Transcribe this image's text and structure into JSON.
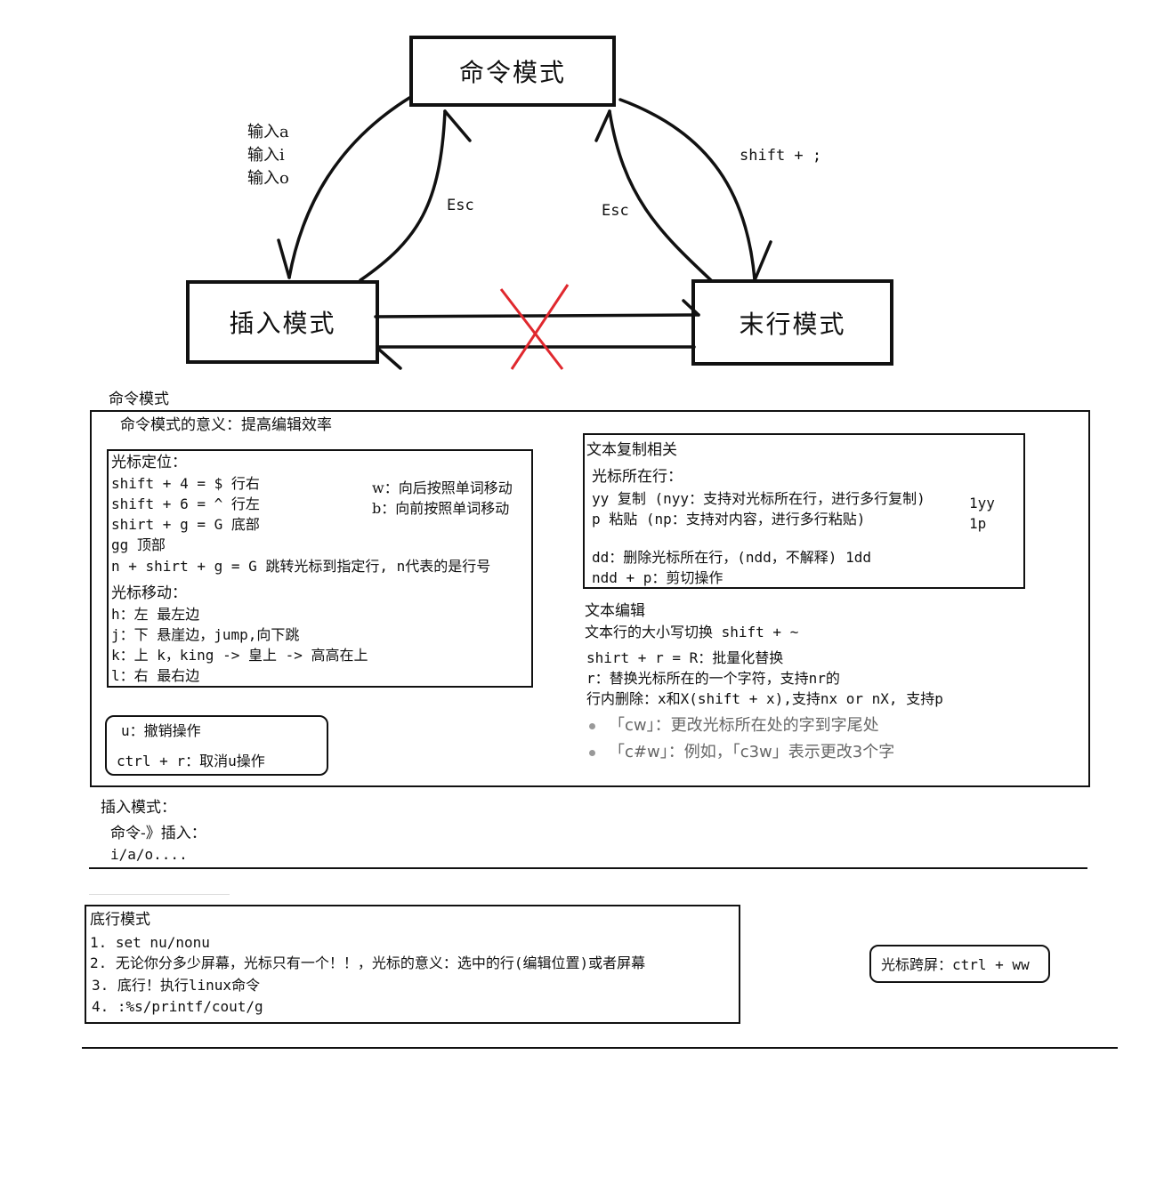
{
  "diagram": {
    "command_mode": "命令模式",
    "insert_mode": "插入模式",
    "lastline_mode": "末行模式",
    "input_a": "输入a",
    "input_i": "输入i",
    "input_o": "输入o",
    "esc_left": "Esc",
    "esc_right": "Esc",
    "shift_semicolon": "shift + ;"
  },
  "command_section": {
    "title": "命令模式",
    "meaning": "命令模式的意义：提高编辑效率",
    "cursor_position": {
      "heading": "光标定位：",
      "lines": [
        "shift + 4 = $  行右",
        "shift + 6 = ^  行左",
        "shirt + g = G  底部",
        "gg             顶部",
        "n + shirt + g = G 跳转光标到指定行, n代表的是行号"
      ],
      "word_moves": [
        "w：向后按照单词移动",
        "b：向前按照单词移动"
      ]
    },
    "cursor_move": {
      "heading": "光标移动：",
      "lines": [
        "h：左 最左边",
        "j：下 悬崖边，jump,向下跳",
        "k：上 k，king -> 皇上 -> 高高在上",
        "l：右 最右边"
      ]
    },
    "undo": {
      "line1": "u：撤销操作",
      "line2": "ctrl + r：取消u操作"
    },
    "copy": {
      "heading": "文本复制相关",
      "subheading": "光标所在行：",
      "yy": "yy 复制 (nyy：支持对光标所在行，进行多行复制)",
      "yy_note": "1yy",
      "p": "p 粘贴 (np：支持对内容，进行多行粘贴)",
      "p_note": "1p",
      "dd": "dd：删除光标所在行，(ndd，不解释) 1dd",
      "ndd": "ndd + p：剪切操作"
    },
    "edit": {
      "heading": "文本编辑",
      "case": "文本行的大小写切换 shift + ~",
      "replace_batch": "shirt + r = R：批量化替换",
      "replace_one": "r：替换光标所在的一个字符，支持nr的",
      "delete_inline": "行内删除：x和X(shift + x),支持nx or nX, 支持p",
      "cw": "「cw」：更改光标所在处的字到字尾处",
      "c3w": "「c#w」：例如，「c3w」表示更改3个字"
    }
  },
  "insert_section": {
    "title": "插入模式：",
    "line1": "命令-》插入：",
    "line2": "i/a/o...."
  },
  "bottom_section": {
    "title": "底行模式",
    "items": [
      "1. set nu/nonu",
      "2. 无论你分多少屏幕，光标只有一个！！，光标的意义：选中的行(编辑位置)或者屏幕",
      "3. 底行！执行linux命令",
      "4. :%s/printf/cout/g"
    ],
    "cross_screen": "光标跨屏：ctrl + ww"
  },
  "colors": {
    "ink": "#111111",
    "cross": "#e0282e",
    "gray_text": "#666666"
  }
}
